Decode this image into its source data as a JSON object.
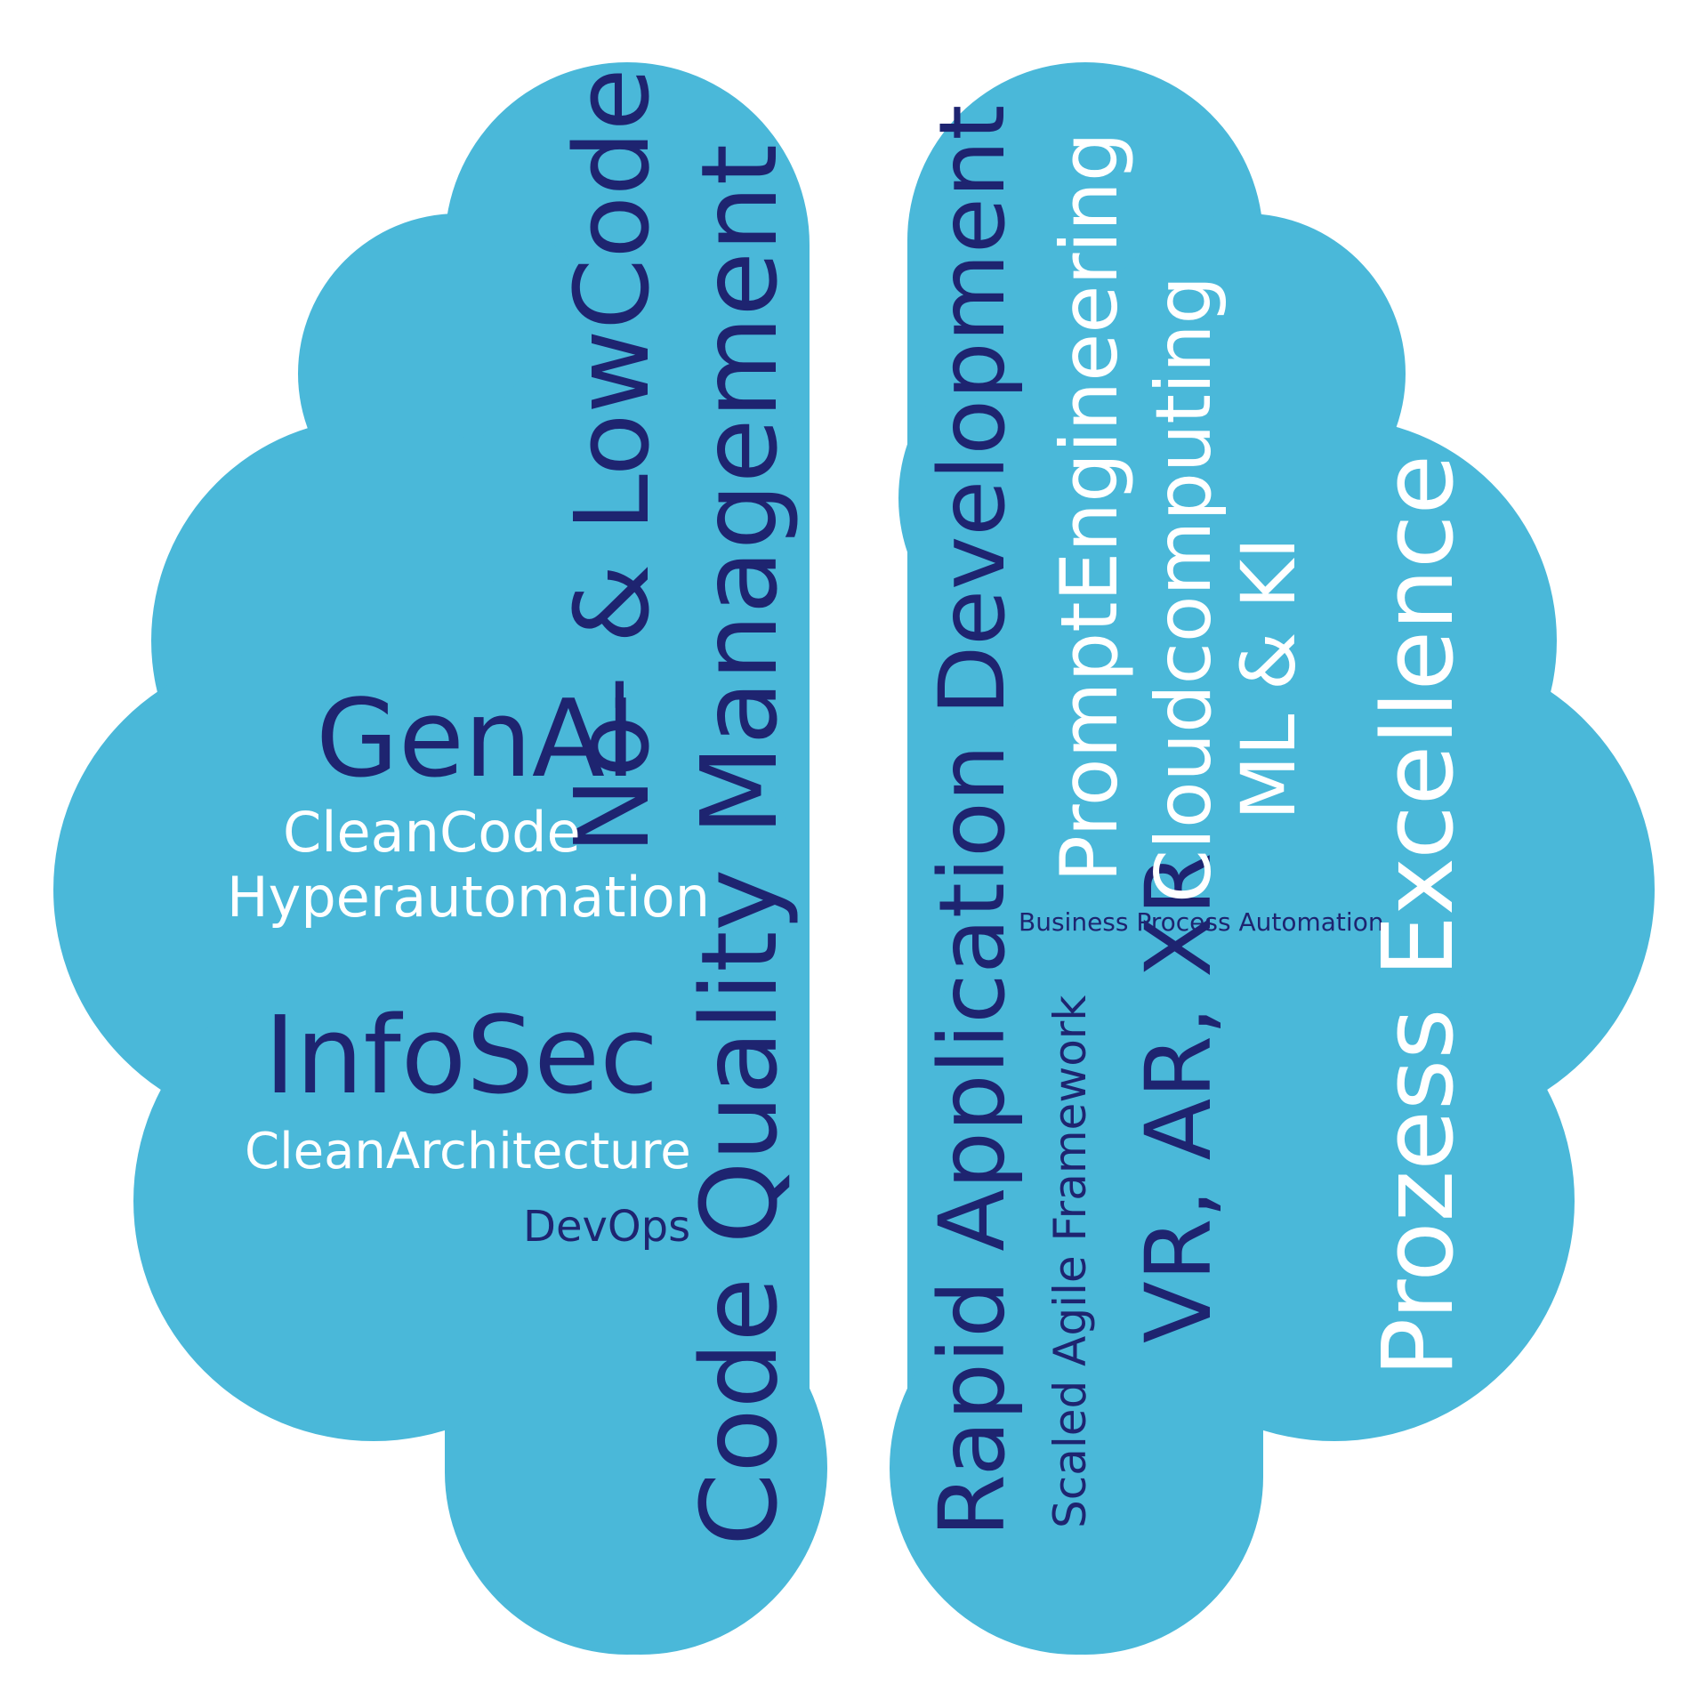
{
  "colors": {
    "background": "#ffffff",
    "brain": "#4ab8d9",
    "dark_text": "#1e2470",
    "light_text": "#ffffff"
  },
  "words": {
    "no_low_code": "No- & LowCode",
    "genai": "GenAI",
    "cleancode": "CleanCode",
    "hyperautomation": "Hyperautomation",
    "infosec": "InfoSec",
    "cleanarchitecture": "CleanArchitecture",
    "devops": "DevOps",
    "code_quality_management": "Code Quality Management",
    "rapid_application_development": "Rapid Application Development",
    "scaled_agile_framework": "Scaled Agile Framework",
    "prompt_engineering": "PromptEngineering",
    "business_process_automation": "Business Process Automation",
    "vr_ar_xr": "VR, AR, XR",
    "cloudcomputing": "Cloudcomputing",
    "ml_ki": "ML & KI",
    "prozess_excellence": "Prozess Excellence"
  }
}
